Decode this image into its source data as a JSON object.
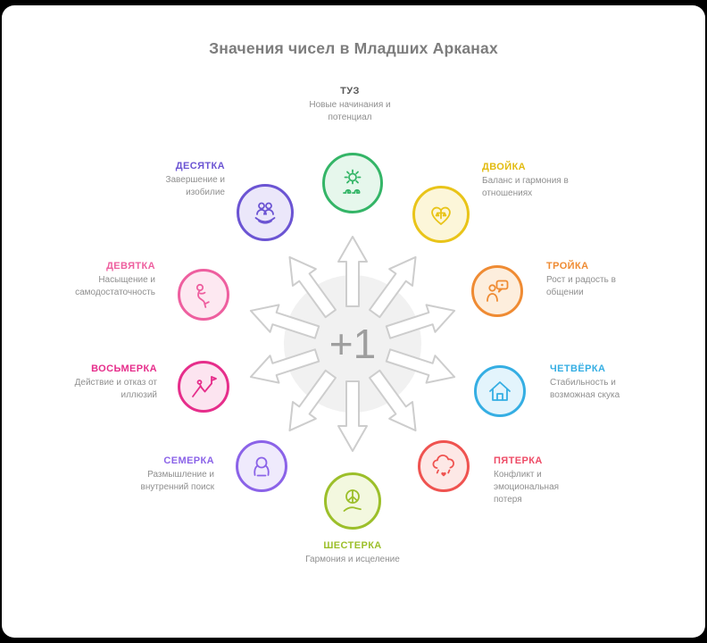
{
  "page": {
    "title": "Значения чисел в Младших Арканах"
  },
  "center": {
    "label": "+1"
  },
  "colors": {
    "background": "#ffffff",
    "title_gray": "#7d7d7d",
    "description_gray": "#8f8f8f",
    "arrow_outline": "#cdcdcd",
    "center_fill": "#f1f1f1"
  },
  "items": [
    {
      "name": "ace",
      "title": "ТУЗ",
      "description": "Новые начинания и потенциал",
      "color": "#34b567",
      "bg": "#e6f7ec",
      "title_color": "#595959",
      "icon": "sun-sprout-icon"
    },
    {
      "name": "two",
      "title": "ДВОЙКА",
      "description": "Баланс и гармония в отношениях",
      "color": "#e9c419",
      "bg": "#fcf6d9",
      "title_color": "#e2bb10",
      "icon": "heart-balance-icon"
    },
    {
      "name": "three",
      "title": "ТРОЙКА",
      "description": "Рост и радость в общении",
      "color": "#ef8b33",
      "bg": "#fdeedd",
      "title_color": "#ef8b33",
      "icon": "person-chat-icon"
    },
    {
      "name": "four",
      "title": "ЧЕТВЁРКА",
      "description": "Стабильность и возможная скука",
      "color": "#35aee3",
      "bg": "#e3f4fc",
      "title_color": "#35aee3",
      "icon": "house-icon"
    },
    {
      "name": "five",
      "title": "ПЯТЕРКА",
      "description": "Конфликт и эмоциональная потеря",
      "color": "#ef5350",
      "bg": "#fde8e6",
      "title_color": "#ee4b66",
      "icon": "storm-heart-icon"
    },
    {
      "name": "six",
      "title": "ШЕСТЕРКА",
      "description": "Гармония и исцеление",
      "color": "#9cbf2a",
      "bg": "#f3f8df",
      "title_color": "#9cbf2a",
      "icon": "peace-hand-icon"
    },
    {
      "name": "seven",
      "title": "СЕМЕРКА",
      "description": "Размышление и внутренний поиск",
      "color": "#8b63e8",
      "bg": "#efeafc",
      "title_color": "#8b63e8",
      "icon": "meditation-icon"
    },
    {
      "name": "eight",
      "title": "ВОСЬМЕРКА",
      "description": "Действие и отказ от иллюзий",
      "color": "#e62e8b",
      "bg": "#fce4f0",
      "title_color": "#e62e8b",
      "icon": "climber-icon"
    },
    {
      "name": "nine",
      "title": "ДЕВЯТКА",
      "description": "Насыщение и самодостаточность",
      "color": "#ee5f9f",
      "bg": "#fde8f1",
      "title_color": "#ee5f9f",
      "icon": "mermaid-icon"
    },
    {
      "name": "ten",
      "title": "ДЕСЯТКА",
      "description": "Завершение и изобилие",
      "color": "#6b54d3",
      "bg": "#ebe7fa",
      "title_color": "#6b54d3",
      "icon": "family-hand-icon"
    }
  ]
}
